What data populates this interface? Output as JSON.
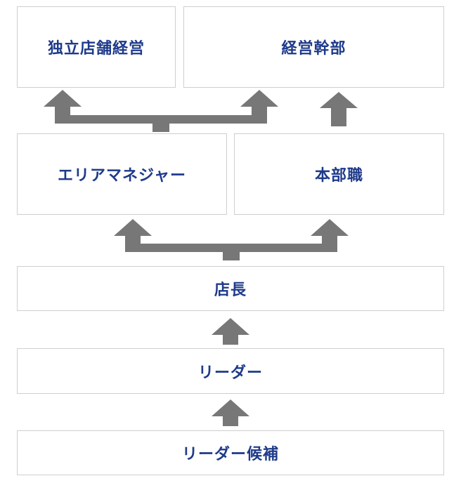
{
  "boxes": {
    "dokuritsu": "独立店舗経営",
    "keiei_kanbu": "経営幹部",
    "area_manager": "エリアマネジャー",
    "honbu": "本部職",
    "tencho": "店長",
    "leader": "リーダー",
    "leader_candidate": "リーダー候補"
  },
  "colors": {
    "label_text": "#1e3a8a",
    "box_border": "#cfcfcf",
    "arrow": "#777777"
  }
}
